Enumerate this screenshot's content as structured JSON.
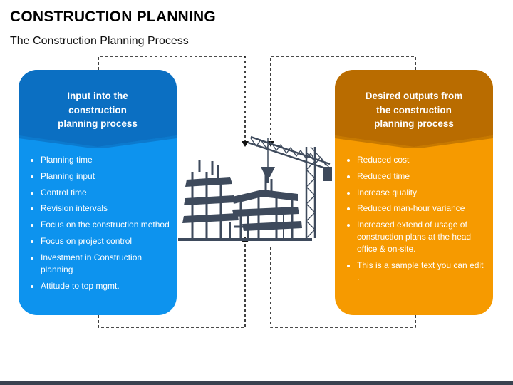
{
  "title": "CONSTRUCTION PLANNING",
  "subtitle": "The Construction Planning Process",
  "left_panel": {
    "heading": [
      "Input into the",
      "construction",
      "planning process"
    ],
    "items": [
      "Planning time",
      "Planning input",
      "Control time",
      "Revision intervals",
      "Focus on the construction method",
      "Focus on project control",
      "Investment in Construction planning",
      "Attitude to top mgmt."
    ],
    "color": "#0d93ee",
    "head_color": "#0b6fc2"
  },
  "right_panel": {
    "heading": [
      "Desired outputs from",
      "the construction",
      "planning process"
    ],
    "items": [
      "Reduced cost",
      "Reduced time",
      "Increase quality",
      "Reduced man-hour variance",
      "Increased extend of usage of construction plans at the head office & on-site.",
      "This is a sample text you can edit ."
    ],
    "color": "#f69a00",
    "head_color": "#b96c00"
  },
  "icons": {
    "center_illustration": "construction-crane-building-icon"
  },
  "colors": {
    "illustration": "#3e4a5c",
    "footer_bar": "#3a4250"
  }
}
